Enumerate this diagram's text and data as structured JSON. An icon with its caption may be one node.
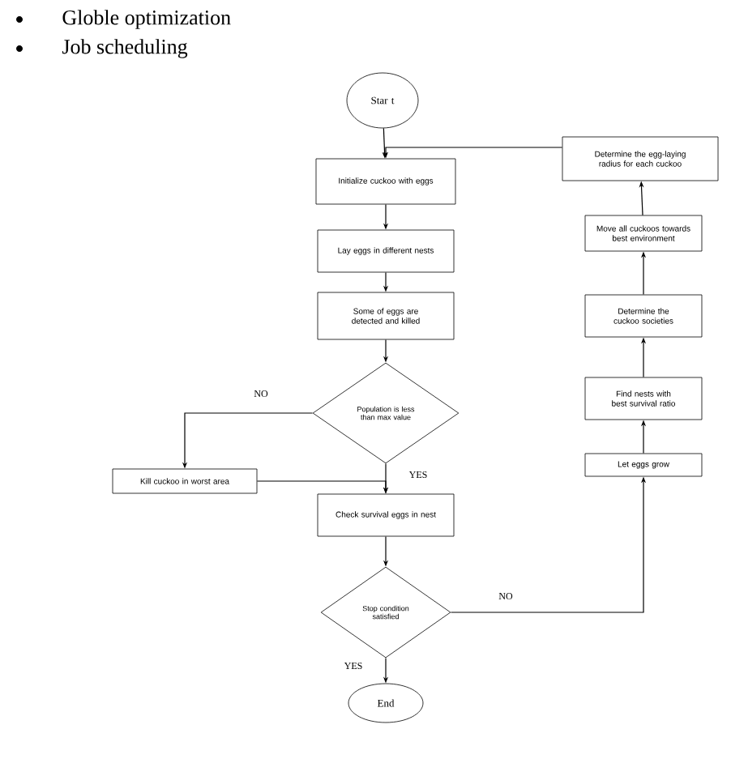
{
  "diagram": {
    "nodes": [
      {
        "text": [
          "Star t"
        ]
      },
      {
        "text": [
          "Initialize cuckoo with eggs"
        ]
      },
      {
        "text": [
          "Lay eggs in different nests"
        ]
      },
      {
        "text": [
          "Some of eggs are detected and killed"
        ]
      },
      {
        "text": [
          "Population is less than max value"
        ]
      },
      {
        "text": [
          "Kill cuckoo in worst area"
        ]
      },
      {
        "text": [
          "Check survival eggs in nest"
        ]
      },
      {
        "text": [
          "Stop condition satisfied"
        ]
      },
      {
        "text": [
          "End"
        ]
      },
      {
        "text": [
          "Let eggs grow"
        ]
      },
      {
        "text": [
          "Find nests with best survival ratio"
        ]
      },
      {
        "text": [
          "Determine the cuckoo societies"
        ]
      },
      {
        "text": [
          "Move all cuckoos towards best environment"
        ]
      },
      {
        "text": [
          "Determine the egg-laying radius for each cuckoo"
        ]
      }
    ],
    "edges": [
      {
        "from": 0,
        "to": 1,
        "arrow": "to"
      },
      {
        "from": 1,
        "to": 2,
        "arrow": "to"
      },
      {
        "from": 2,
        "to": 3,
        "arrow": "to"
      },
      {
        "from": 3,
        "to": 4,
        "arrow": "to"
      },
      {
        "from": 4,
        "to": 5,
        "arrow": "to",
        "label": "NO"
      },
      {
        "from": 4,
        "to": 6,
        "arrow": "to",
        "label": "YES"
      },
      {
        "from": 5,
        "to": 6,
        "arrow": "to"
      },
      {
        "from": 6,
        "to": 7,
        "arrow": "to"
      },
      {
        "from": 7,
        "to": 8,
        "arrow": "to",
        "label": "YES"
      },
      {
        "from": 7,
        "to": 9,
        "arrow": "to",
        "label": "NO"
      },
      {
        "from": 9,
        "to": 10,
        "arrow": "to"
      },
      {
        "from": 10,
        "to": 11,
        "arrow": "to"
      },
      {
        "from": 11,
        "to": 12,
        "arrow": "to"
      },
      {
        "from": 12,
        "to": 13,
        "arrow": "to"
      },
      {
        "from": 13,
        "to": 1,
        "arrow": "to"
      }
    ],
    "labels": [
      "Globle optimization",
      "Job scheduling"
    ]
  }
}
